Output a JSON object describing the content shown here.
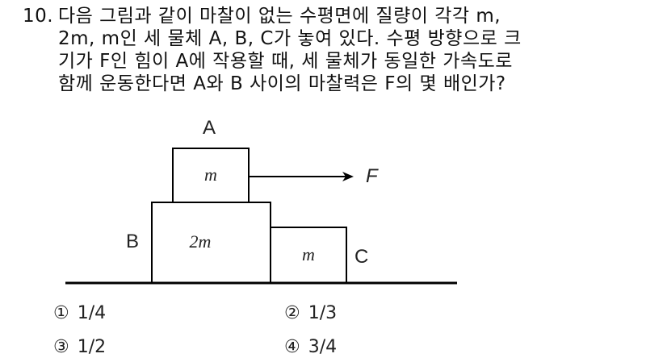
{
  "question": {
    "number": "10.",
    "lines": [
      "다음 그림과 같이 마찰이 없는 수평면에 질량이 각각 m,",
      "2m, m인 세 물체 A, B, C가 놓여 있다. 수평 방향으로 크",
      "기가 F인 힘이 A에 작용할 때, 세 물체가 동일한 가속도로",
      "함께 운동한다면 A와 B 사이의 마찰력은 F의 몇 배인가?"
    ]
  },
  "diagram": {
    "blocks": [
      {
        "label": "A",
        "mass": "m"
      },
      {
        "label": "B",
        "mass": "2m"
      },
      {
        "label": "C",
        "mass": "m"
      }
    ],
    "force_label": "F"
  },
  "options": [
    {
      "marker": "①",
      "value": "1/4"
    },
    {
      "marker": "②",
      "value": "1/3"
    },
    {
      "marker": "③",
      "value": "1/2"
    },
    {
      "marker": "④",
      "value": "3/4"
    }
  ]
}
